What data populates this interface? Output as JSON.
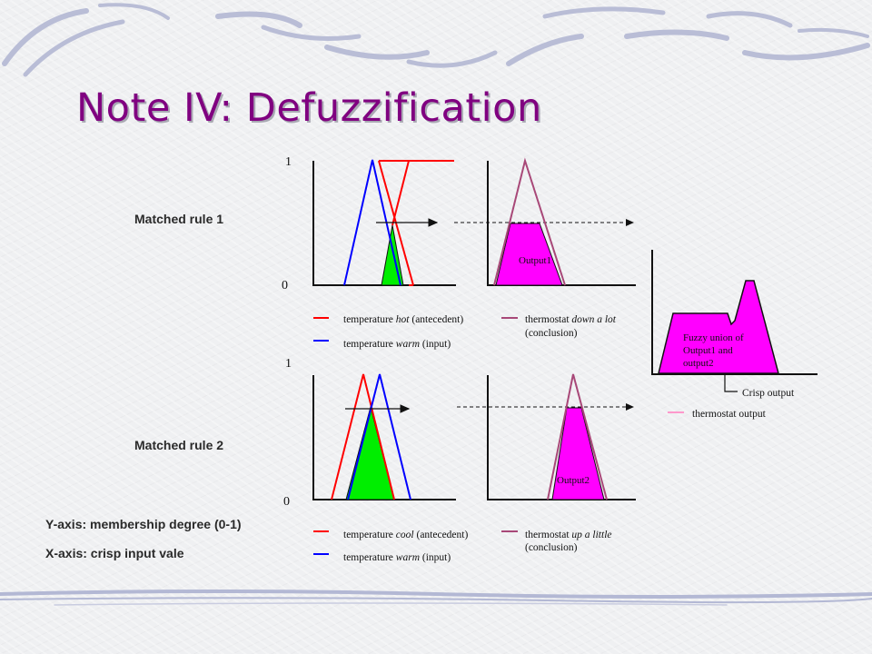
{
  "slide": {
    "title": "Note IV: Defuzzification"
  },
  "labels": {
    "rule1": "Matched rule 1",
    "rule2": "Matched rule 2",
    "y_axis_note": "Y-axis: membership degree (0-1)",
    "x_axis_note": "X-axis: crisp input vale"
  },
  "rule1": {
    "y_top": "1",
    "y_bottom": "0",
    "output_label": "Output1",
    "legend": {
      "hot": {
        "pre": "temperature ",
        "em": "hot",
        "post": " (antecedent)"
      },
      "warm": {
        "pre": "temperature ",
        "em": "warm",
        "post": " (input)"
      },
      "conclusion": {
        "pre": "thermostat ",
        "em": "down a lot",
        "line2": "(conclusion)"
      }
    }
  },
  "rule2": {
    "y_top": "1",
    "y_bottom": "0",
    "output_label": "Output2",
    "legend": {
      "cool": {
        "pre": "temperature ",
        "em": "cool",
        "post": " (antecedent)"
      },
      "warm": {
        "pre": "temperature ",
        "em": "warm",
        "post": " (input)"
      },
      "conclusion": {
        "pre": "thermostat ",
        "em": "up a little",
        "line2": "(conclusion)"
      }
    }
  },
  "union": {
    "box_line1": "Fuzzy union of",
    "box_line2": "Output1  and",
    "box_line3": "output2",
    "crisp_label": "Crisp output",
    "legend": "thermostat output"
  },
  "colors": {
    "title": "#800080",
    "antecedent": "#ff0000",
    "input": "#0000ff",
    "conclusion": "#a84878",
    "fill_green": "#00ee00",
    "fill_magenta": "#ff00ff",
    "thermostat_output": "#ff99cc"
  }
}
